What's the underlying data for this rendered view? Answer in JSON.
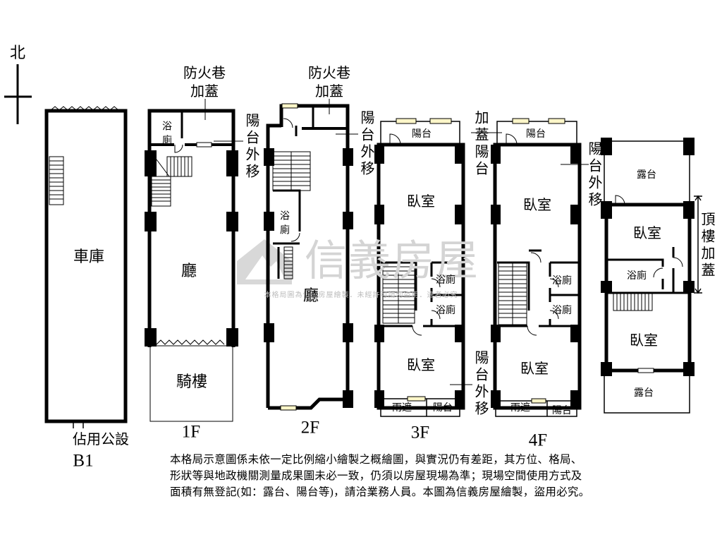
{
  "compass": {
    "north": "北"
  },
  "b1": {
    "garage": "車庫",
    "occupied_public": "佔用公設",
    "floor_label": "B1"
  },
  "f1": {
    "fire_lane_1": "防火巷",
    "fire_lane_2": "加蓋",
    "bath": "浴廁",
    "balcony_moved": "陽台外移",
    "hall": "廳",
    "arcade": "騎樓",
    "floor_label": "1F"
  },
  "f2": {
    "fire_lane_1": "防火巷",
    "fire_lane_2": "加蓋",
    "balcony_moved": "陽台外移",
    "bath": "浴廁",
    "hall": "廳",
    "floor_label": "2F"
  },
  "f3": {
    "balcony_top": "陽台",
    "bedroom_front": "臥室",
    "bath_upper": "浴廁",
    "bath_lower": "浴廁",
    "bedroom_rear": "臥室",
    "balcony_moved": "陽台外移",
    "canopy": "雨遮",
    "balcony_bottom": "陽台",
    "floor_label": "3F"
  },
  "added_balcony": "加蓋陽台",
  "f4": {
    "balcony_top": "陽台",
    "bedroom_front": "臥室",
    "bath_upper": "浴廁",
    "bath_lower": "浴廁",
    "bedroom_rear": "臥室",
    "canopy": "雨遮",
    "balcony_bottom": "陽台",
    "floor_label": "4F"
  },
  "roof": {
    "balcony_moved": "陽台外移",
    "terrace_top": "露台",
    "bedroom_front": "臥室",
    "bath": "浴廁",
    "bedroom_rear": "臥室",
    "terrace_bottom": "露台",
    "rooftop_addition": "頂樓加蓋"
  },
  "watermark": {
    "brand": "信義房屋",
    "notice": "本格局圖為信義房屋繪製．未經許可請勿盜用．違者必究"
  },
  "disclaimer": {
    "line_1": "本格局示意圖係未依一定比例縮小繪製之概繪圖，與實況仍有差距，其方位、格局、",
    "line_2": "形狀等與地政機關測量成果圖未必一致，仍須以房屋現場為準；現場空間使用方式及",
    "line_3": "面積有無登記(如：露台、陽台等)，請洽業務人員。本圖為信義房屋繪製，盜用必究。"
  },
  "colors": {
    "wall": "#000000",
    "window_fill": "#fcf6c8",
    "watermark": "#d4d4d4"
  }
}
